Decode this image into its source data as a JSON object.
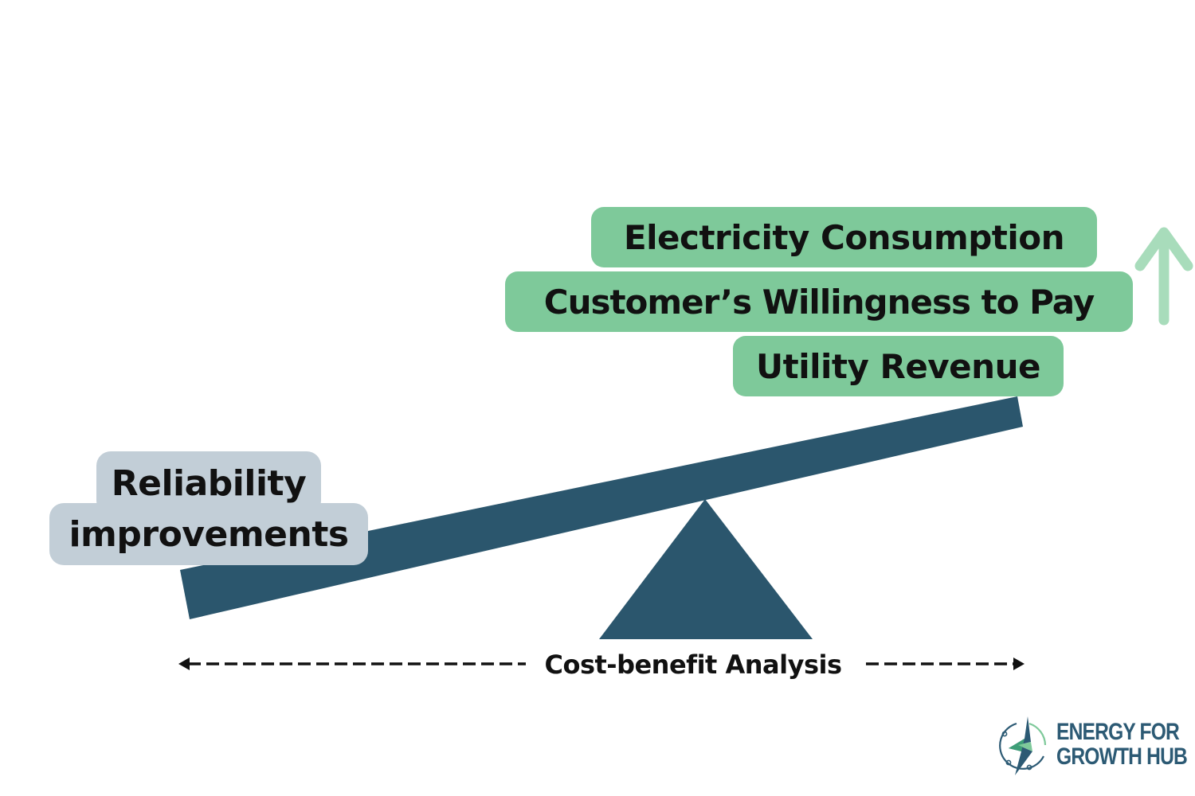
{
  "diagram": {
    "benefits": [
      "Electricity Consumption",
      "Customer’s Willingness to Pay",
      "Utility Revenue"
    ],
    "cost_lines": [
      "Reliability",
      "improvements"
    ],
    "axis_label": "Cost-benefit Analysis"
  },
  "logo": {
    "line1": "ENERGY FOR",
    "line2": "GROWTH HUB"
  },
  "colors": {
    "beam": "#2b566d",
    "benefit_box": "#7ec99a",
    "cost_box": "#c2ced7",
    "arrow": "#a8dcbb",
    "logo_text": "#2c5a74"
  },
  "icons": {
    "up_arrow": "up-arrow-icon",
    "logo_mark": "energy-for-growth-hub-logo-icon"
  }
}
